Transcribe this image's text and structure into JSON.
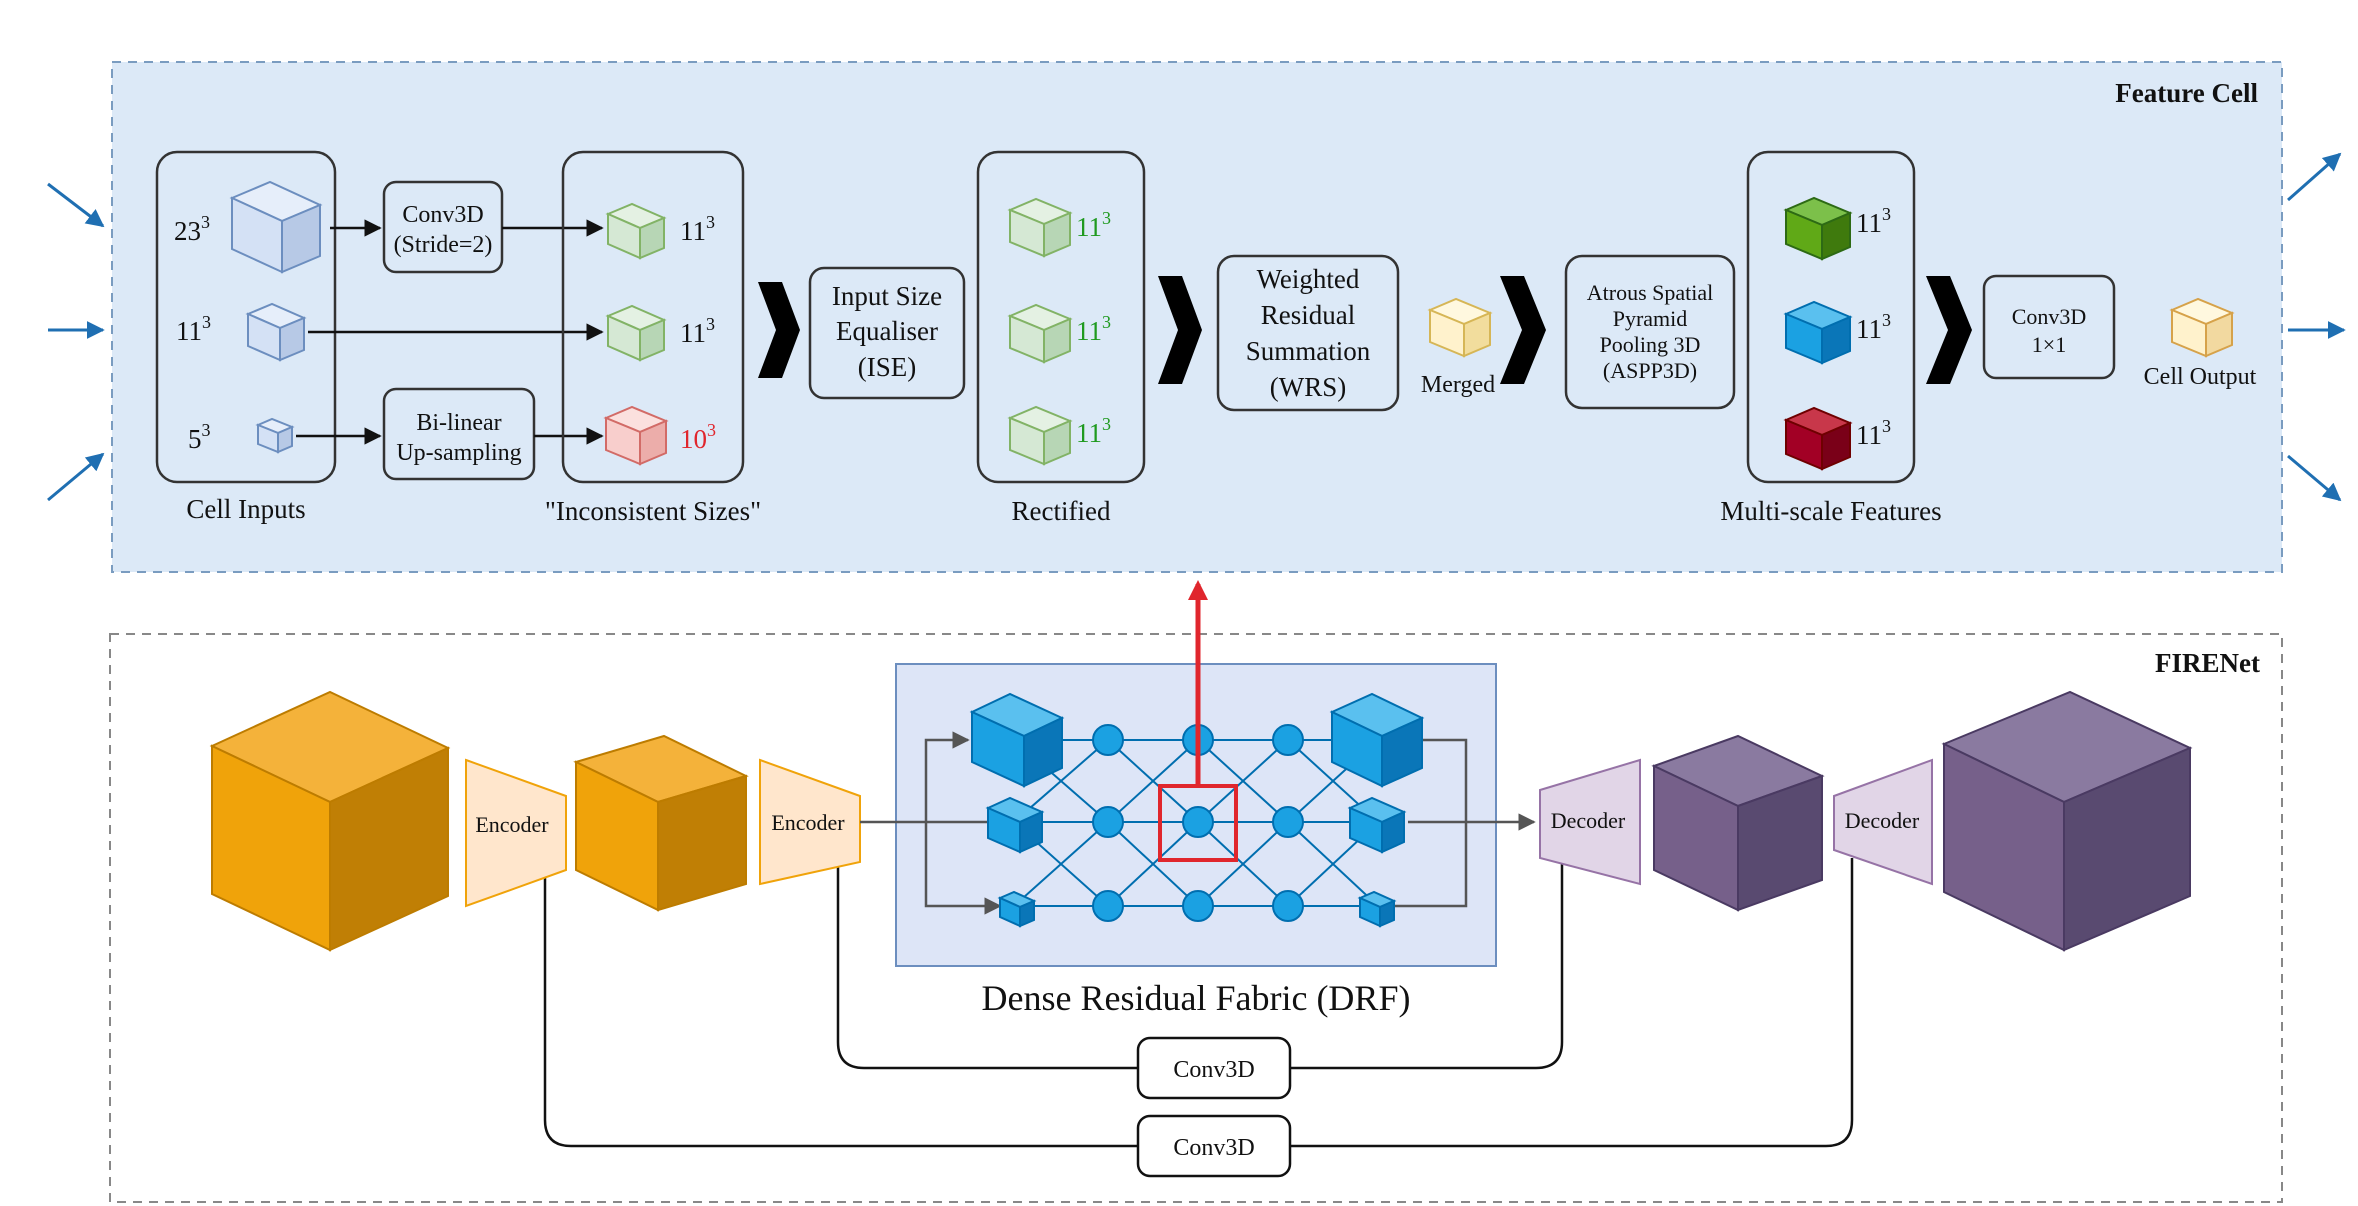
{
  "feature_cell": {
    "title": "Feature Cell",
    "cell_inputs_label": "Cell Inputs",
    "inputs": [
      {
        "base": "23",
        "exp": "3"
      },
      {
        "base": "11",
        "exp": "3"
      },
      {
        "base": "5",
        "exp": "3"
      }
    ],
    "conv_stride": {
      "line1": "Conv3D",
      "line2": "(Stride=2)"
    },
    "bilinear": {
      "line1": "Bi-linear",
      "line2": "Up-sampling"
    },
    "inconsistent_label": "\"Inconsistent Sizes\"",
    "inconsistent": [
      {
        "base": "11",
        "exp": "3",
        "color": "#111111"
      },
      {
        "base": "11",
        "exp": "3",
        "color": "#111111"
      },
      {
        "base": "10",
        "exp": "3",
        "color": "#e0262d"
      }
    ],
    "ise": {
      "line1": "Input Size",
      "line2": "Equaliser",
      "line3": "(ISE)"
    },
    "rectified_label": "Rectified",
    "rectified": [
      {
        "base": "11",
        "exp": "3",
        "color": "#1f9a1f"
      },
      {
        "base": "11",
        "exp": "3",
        "color": "#1f9a1f"
      },
      {
        "base": "11",
        "exp": "3",
        "color": "#1f9a1f"
      }
    ],
    "wrs": {
      "line1": "Weighted",
      "line2": "Residual",
      "line3": "Summation",
      "line4": "(WRS)"
    },
    "merged_label": "Merged",
    "aspp": {
      "line1": "Atrous Spatial",
      "line2": "Pyramid",
      "line3": "Pooling 3D",
      "line4": "(ASPP3D)"
    },
    "multiscale_label": "Multi-scale Features",
    "multiscale": [
      {
        "base": "11",
        "exp": "3"
      },
      {
        "base": "11",
        "exp": "3"
      },
      {
        "base": "11",
        "exp": "3"
      }
    ],
    "conv1x1": {
      "line1": "Conv3D",
      "line2": "1×1"
    },
    "cell_output_label": "Cell Output"
  },
  "firenet": {
    "title": "FIRENet",
    "encoder_label": "Encoder",
    "decoder_label": "Decoder",
    "drf_label": "Dense Residual Fabric (DRF)",
    "skip_conv_label": "Conv3D"
  },
  "colors": {
    "feature_bg": "#dce9f7",
    "cube_blue_light": "#d4e1f5",
    "cube_green_light": "#d5e8d4",
    "cube_red_light": "#f8cecc",
    "cube_yellow_light": "#fff2cc",
    "orange": "#f0a30a",
    "purple": "#76608a",
    "drf_blue": "#1ba1e2",
    "highlight_red": "#e0262d",
    "arrow_blue": "#1f6fb2"
  }
}
